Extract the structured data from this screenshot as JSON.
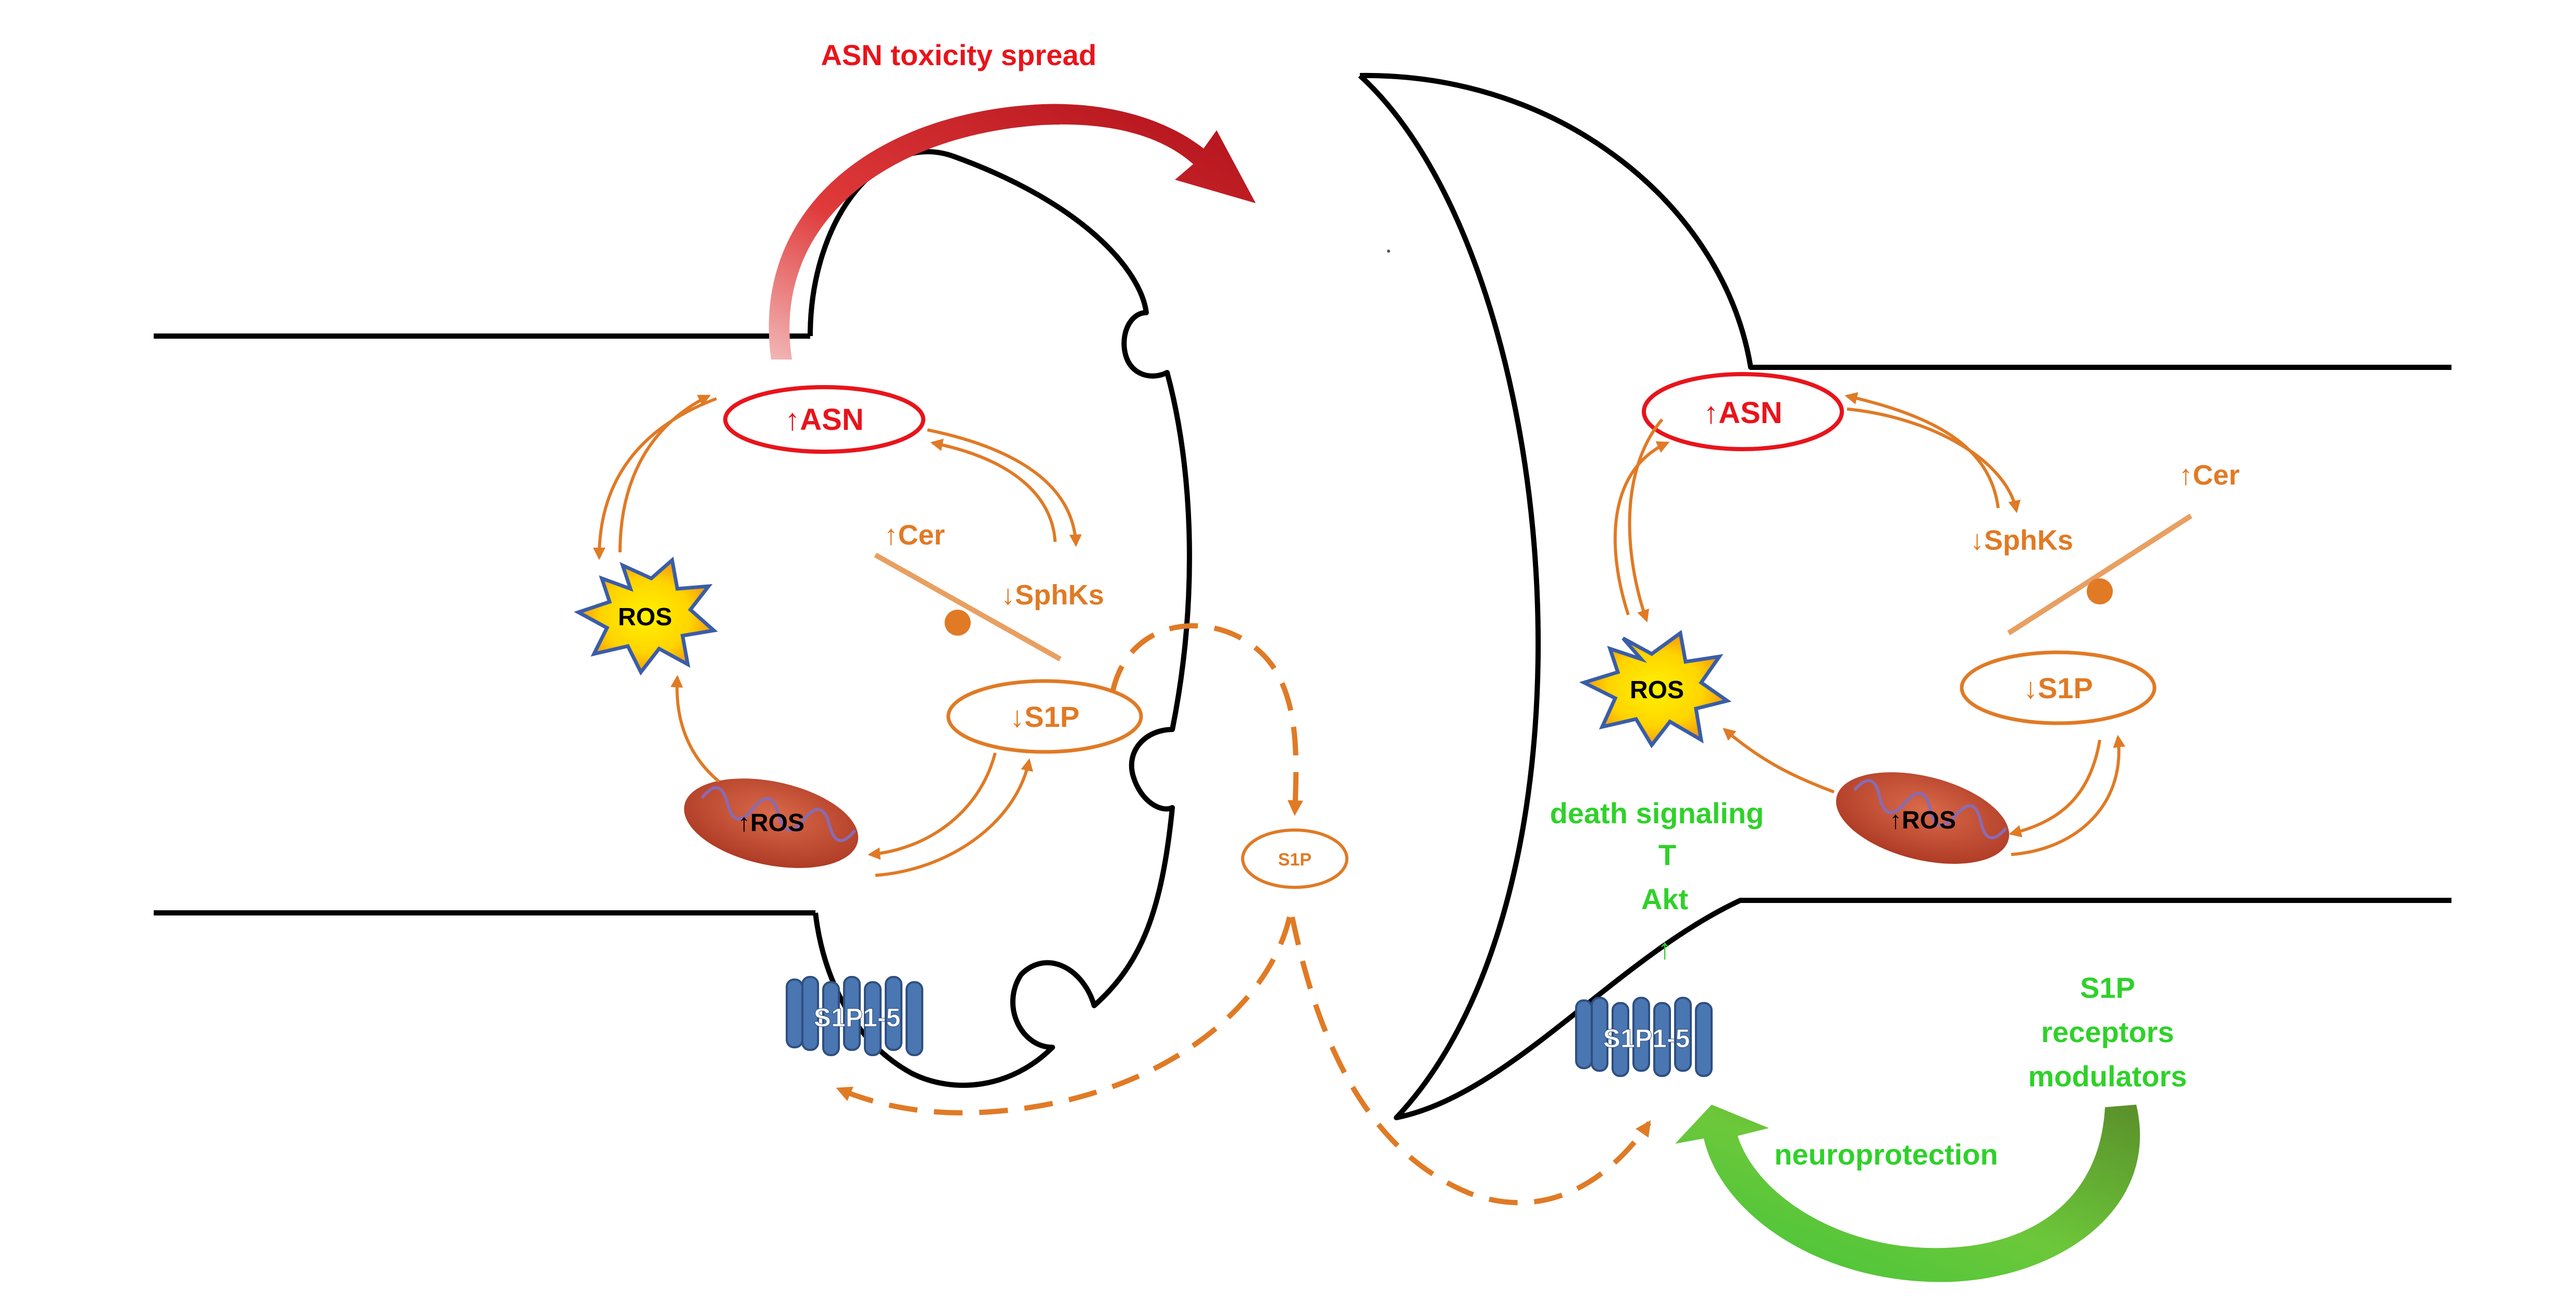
{
  "colors": {
    "red": "#e8141b",
    "orange": "#e07a25",
    "green": "#2fd12a",
    "receptor_blue": "#4a76b2",
    "membrane": "#000000",
    "mitochondria": "#c1492f",
    "ros_star_fill": "#fff200"
  },
  "top_label": "ASN toxicity spread",
  "left_cell": {
    "asn": "↑ASN",
    "ros_star": "ROS",
    "cer": "↑Cer",
    "sphks": "↓SphKs",
    "s1p": "↓S1P",
    "mito_ros": "↑ROS",
    "receptor": "S1P1-5"
  },
  "extracellular": {
    "s1p_small": "S1P"
  },
  "right_cell": {
    "asn": "↑ASN",
    "cer": "↑Cer",
    "sphks": "↓SphKs",
    "ros_star": "ROS",
    "s1p": "↓S1P",
    "mito_ros": "↑ROS",
    "death_signaling": "death signaling",
    "t_symbol": "T",
    "akt": "Akt",
    "akt_arrow": "↑",
    "receptor": "S1P1-5"
  },
  "modulators": {
    "line1": "S1P",
    "line2": "receptors",
    "line3": "modulators",
    "effect": "neuroprotection"
  }
}
